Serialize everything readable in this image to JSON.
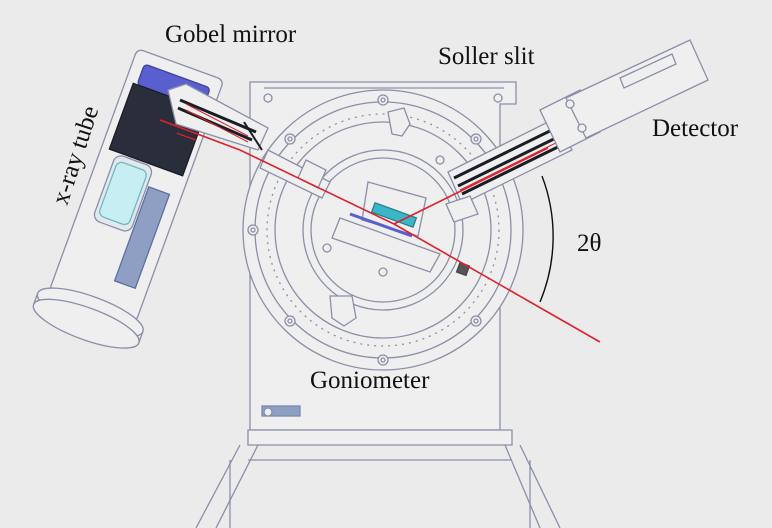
{
  "labels": {
    "gobel_mirror": "Gobel mirror",
    "soller_slit": "Soller slit",
    "detector": "Detector",
    "two_theta": "2θ",
    "goniometer": "Goniometer",
    "xray_tube": "x-ray tube"
  },
  "colors": {
    "background": "#ebebeb",
    "outline": "#8a8fa8",
    "beam": "#e0202a",
    "tube_dark": "#2a2e3a",
    "tube_cap": "#5a5fd0",
    "sample": "#3bb6c9",
    "panel": "#8f9fc4"
  }
}
